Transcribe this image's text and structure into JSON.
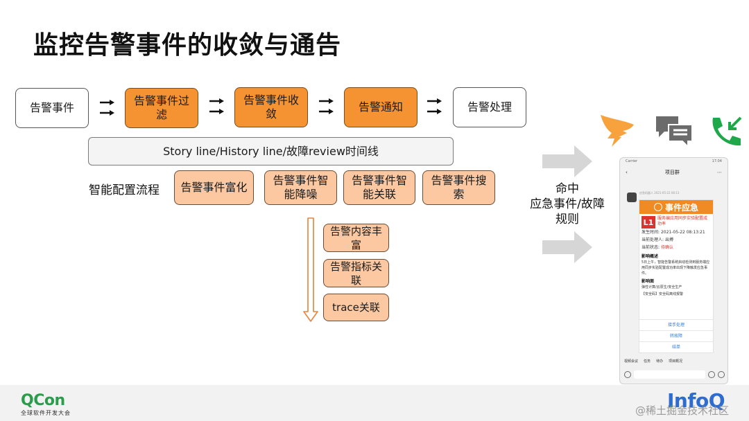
{
  "title": "监控告警事件的收敛与通告",
  "flow": {
    "steps": [
      "告警事件",
      "告警事件过滤",
      "告警事件收敛",
      "告警通知",
      "告警处理"
    ],
    "timeline": "Story line/History line/故障review时间线"
  },
  "smart": {
    "label": "智能配置流程",
    "items": [
      "告警事件富化",
      "告警事件智能降噪",
      "告警事件智能关联",
      "告警事件搜索"
    ]
  },
  "enrich": {
    "items": [
      "告警内容丰富",
      "告警指标关联",
      "trace关联"
    ]
  },
  "hit_label": "命中\n应急事件/故障\n规则",
  "phone": {
    "status_left": "Carrier",
    "status_right": "17:04",
    "chat_title": "项目群",
    "meta": "应急机器人 2021-05-22 08:13",
    "card_title": "事件应急",
    "level": "L1",
    "alert_msg": "服务编应用同步实验配置成功率",
    "time_label": "发生时间:",
    "time_value": "2021-05-22 08:13:21",
    "handler_label": "当前处理人:",
    "handler_value": "出搏",
    "status_label": "当前状态:",
    "status_value": "待确认",
    "impact_summary_title": "影响概述",
    "impact_summary": "5日上午，智能告警系统启动检测到服务端应用同步实验配置成功率出现下降触发应急事件。",
    "impact_scope_title": "影响面",
    "impact_scope": "弹性计算/云原生/安全生产",
    "tag_line": "【安全码】安全码离线报警",
    "buttons": [
      "接手处理",
      "转故障",
      "结单"
    ],
    "tabs": [
      "视频会议",
      "任务",
      "待办",
      "项目概况"
    ]
  },
  "footer": {
    "qcon": "QCon",
    "qcon_sub": "全球软件开发大会",
    "infoq": "InfoQ",
    "watermark": "@稀土掘金技术社区"
  },
  "colors": {
    "primary_orange": "#f59332",
    "light_orange": "#fbc8a2",
    "grey_box": "#f4f4f4",
    "footer_bg": "#f2f2f2",
    "qcon_green": "#2b9c4c",
    "infoq_blue": "#2f6ccf",
    "dingtalk_orange": "#f7a23c",
    "phone_green": "#1fa84a"
  },
  "icons": [
    "arrow-right-icon",
    "down-arrow-icon",
    "large-arrow-right-icon",
    "dingtalk-icon",
    "sms-icon",
    "phone-call-icon"
  ]
}
